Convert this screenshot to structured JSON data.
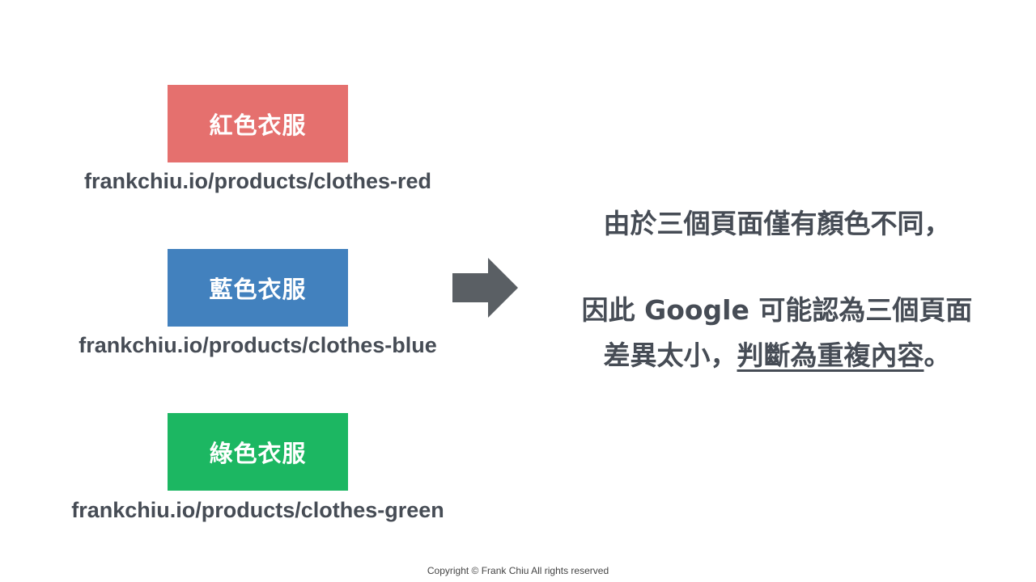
{
  "items": [
    {
      "label": "紅色衣服",
      "url": "frankchiu.io/products/clothes-red",
      "color": "#e5706e"
    },
    {
      "label": "藍色衣服",
      "url": "frankchiu.io/products/clothes-blue",
      "color": "#4281be"
    },
    {
      "label": "綠色衣服",
      "url": "frankchiu.io/products/clothes-green",
      "color": "#1cb762"
    }
  ],
  "message": {
    "line1": "由於三個頁面僅有顏色不同，",
    "line2": "因此 Google 可能認為三個頁面",
    "line3_a": "差異太小，",
    "line3_b": "判斷為重複內容",
    "line3_c": "。"
  },
  "footer": {
    "copyright": "Copyright © Frank Chiu  All rights reserved"
  },
  "arrow_color": "#5a5f64"
}
